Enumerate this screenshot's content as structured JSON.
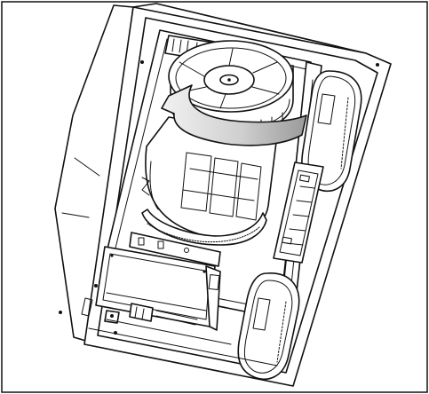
{
  "figure": {
    "kind": "technical-line-drawing",
    "subject": "range-hood-blower-assembly",
    "rotation_arrow_direction": "counterclockwise",
    "colors": {
      "line": "#111111",
      "background": "#ffffff",
      "arrow_fill_light": "#f2f2f2",
      "arrow_fill_dark": "#9a9a9a"
    }
  }
}
